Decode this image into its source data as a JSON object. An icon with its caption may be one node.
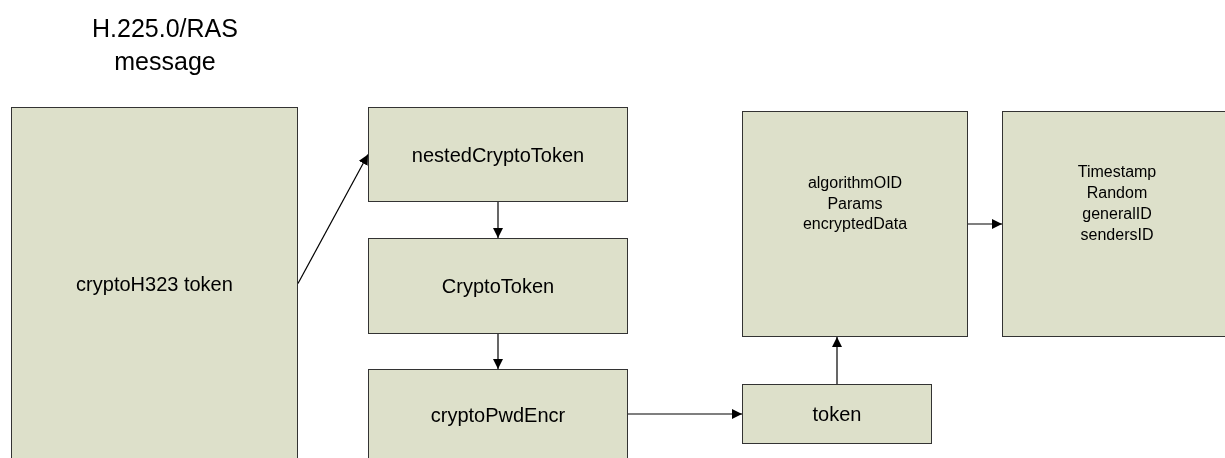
{
  "diagram": {
    "title": "H.225.0/RAS message",
    "nodes": [
      {
        "text": [
          "cryptoH323 token"
        ]
      },
      {
        "text": [
          "nestedCryptoToken"
        ]
      },
      {
        "text": [
          "CryptoToken"
        ]
      },
      {
        "text": [
          "cryptoPwdEncr"
        ]
      },
      {
        "text": [
          "algorithmOID",
          "Params",
          "encryptedData"
        ]
      },
      {
        "text": [
          "Timestamp",
          "Random",
          "generalID",
          "sendersID"
        ]
      },
      {
        "text": [
          "token"
        ]
      }
    ],
    "edges": [
      {
        "from": 0,
        "to": 1,
        "arrow": "to"
      },
      {
        "from": 1,
        "to": 2,
        "arrow": "to"
      },
      {
        "from": 2,
        "to": 3,
        "arrow": "to"
      },
      {
        "from": 3,
        "to": 6,
        "arrow": "to"
      },
      {
        "from": 6,
        "to": 4,
        "arrow": "to"
      },
      {
        "from": 4,
        "to": 5,
        "arrow": "to"
      }
    ]
  }
}
